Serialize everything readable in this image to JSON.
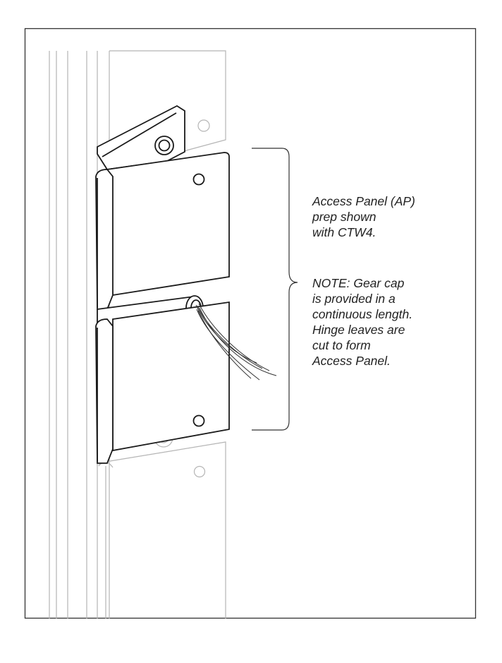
{
  "diagram": {
    "caption_primary": [
      "Access Panel (AP)",
      "prep shown",
      "with CTW4."
    ],
    "caption_note": [
      "NOTE: Gear cap",
      "is provided in a",
      "continuous length.",
      "Hinge leaves are",
      "cut to form",
      "Access Panel."
    ],
    "colors": {
      "ink": "#1a1a1a",
      "ghost": "#b5b5b5",
      "border": "#333333",
      "text": "#222222"
    }
  }
}
